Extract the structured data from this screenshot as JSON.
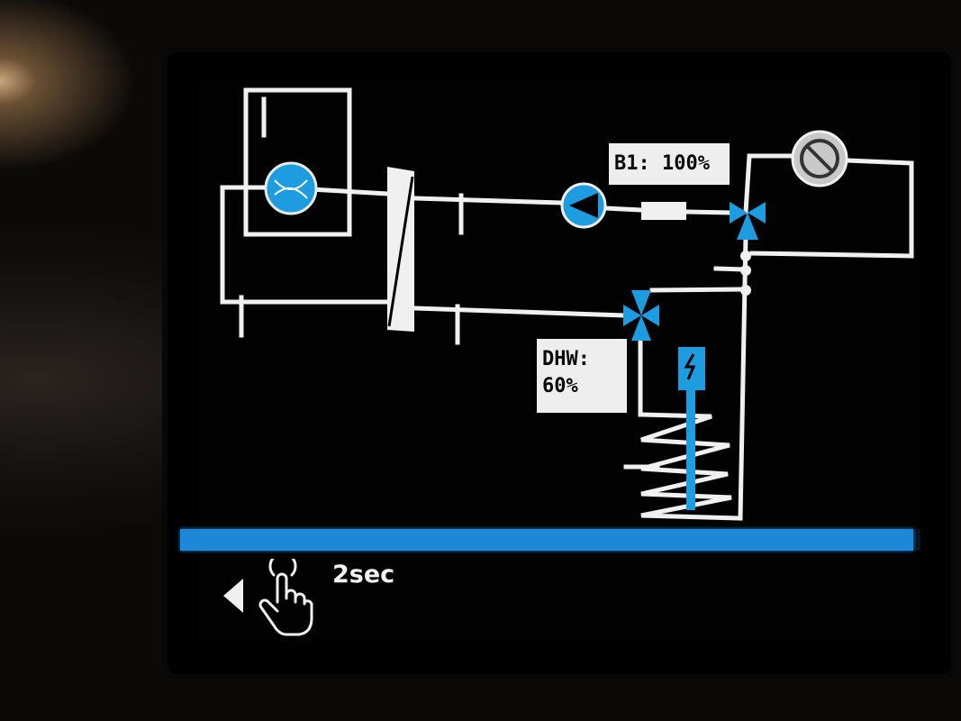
{
  "display": {
    "b1_label": "B1: 100%",
    "dhw_label_line1": "DHW:",
    "dhw_label_line2": "60%",
    "hold_hint": "2sec",
    "progress_fraction": 0.99
  },
  "icons": {
    "pump": "circulation-pump-icon",
    "valve": "three-way-valve-icon",
    "heating_element": "electric-heater-icon",
    "sensor": "temperature-sensor-icon",
    "back": "back-arrow-icon",
    "touch": "touch-hold-icon"
  },
  "colors": {
    "accent": "#1d88d8",
    "line": "#f0f0f0",
    "label_bg": "#eeeeee"
  }
}
